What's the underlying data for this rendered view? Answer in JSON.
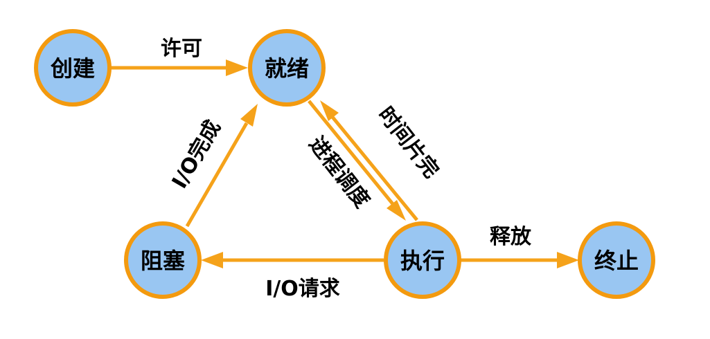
{
  "diagram": {
    "nodes": {
      "create": {
        "label": "创建"
      },
      "ready": {
        "label": "就绪"
      },
      "blocked": {
        "label": "阻塞"
      },
      "running": {
        "label": "执行"
      },
      "terminated": {
        "label": "终止"
      }
    },
    "edges": {
      "create_to_ready": {
        "label": "许可"
      },
      "blocked_to_ready": {
        "label": "I/O完成"
      },
      "ready_to_running": {
        "label": "进程调度"
      },
      "running_to_ready": {
        "label": "时间片完"
      },
      "running_to_blocked": {
        "label": "I/O请求"
      },
      "running_to_terminated": {
        "label": "释放"
      }
    },
    "colors": {
      "node_fill": "#99c6f2",
      "node_stroke": "#f39a0f",
      "edge": "#f5a21a"
    }
  }
}
